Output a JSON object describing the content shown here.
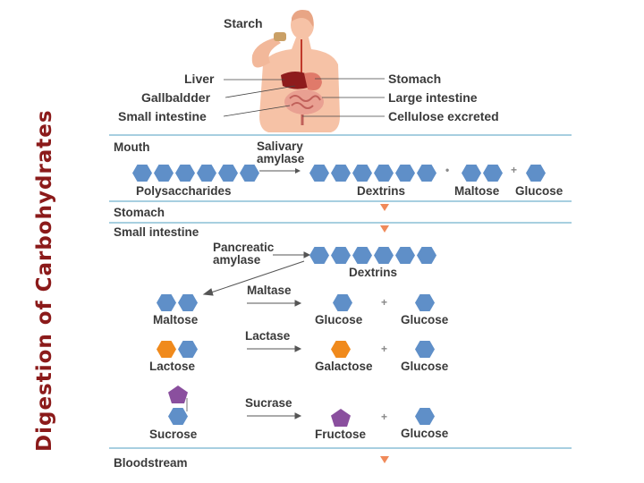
{
  "title": "Digestion of Carbohydrates",
  "body": {
    "starch": "Starch",
    "left_labels": [
      "Liver",
      "Gallbaldder",
      "Small intestine"
    ],
    "right_labels": [
      "Stomach",
      "Large intestine",
      "Cellulose excreted"
    ]
  },
  "sections": {
    "mouth": "Mouth",
    "stomach": "Stomach",
    "small_intestine": "Small intestine",
    "bloodstream": "Bloodstream"
  },
  "mouth_row": {
    "enzyme": "Salivary amylase",
    "polysaccharides": "Polysaccharides",
    "dextrins": "Dextrins",
    "maltose": "Maltose",
    "glucose": "Glucose"
  },
  "intestine": {
    "enzyme": "Pancreatic amylase",
    "dextrins": "Dextrins",
    "rows": [
      {
        "substrate": "Maltose",
        "enzyme": "Maltase",
        "product1": "Glucose",
        "product2": "Glucose"
      },
      {
        "substrate": "Lactose",
        "enzyme": "Lactase",
        "product1": "Galactose",
        "product2": "Glucose"
      },
      {
        "substrate": "Sucrose",
        "enzyme": "Sucrase",
        "product1": "Fructose",
        "product2": "Glucose"
      }
    ]
  },
  "colors": {
    "title": "#8b1a1a",
    "glucose_unit": "#5f8fc8",
    "galactose_unit": "#f08a1c",
    "fructose_unit": "#8a4f9e",
    "section_line": "#a7cfe0",
    "flow_arrow": "#f08a5a"
  }
}
